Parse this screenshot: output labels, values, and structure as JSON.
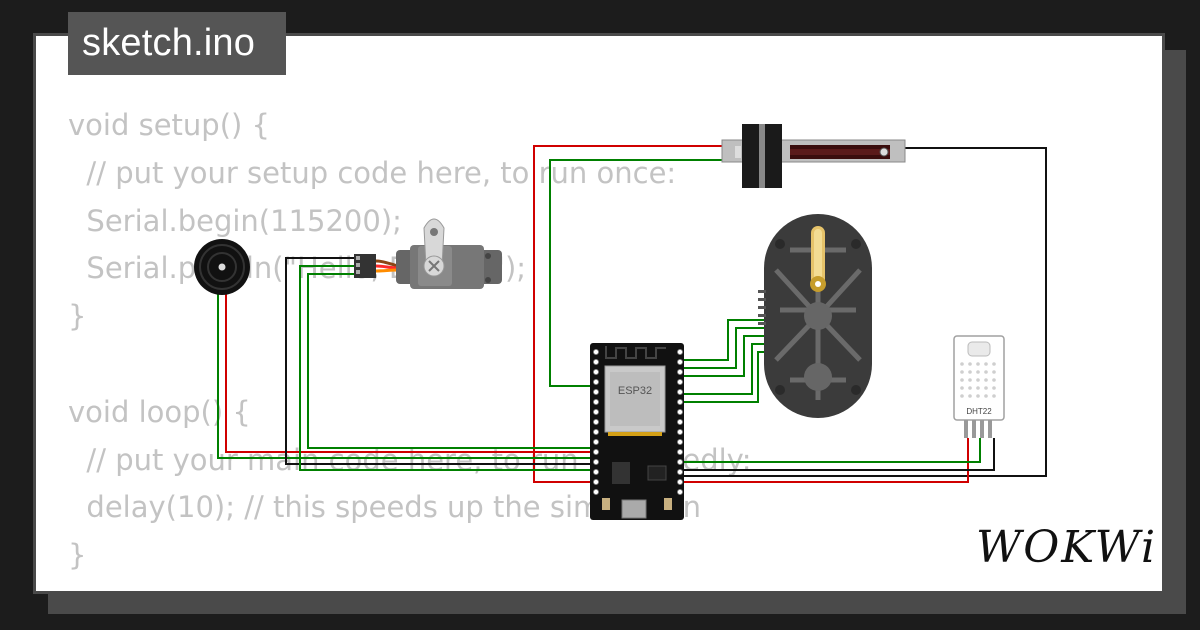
{
  "file_tab": {
    "label": "sketch.ino"
  },
  "code_lines": [
    "void setup() {",
    "  // put your setup code here, to run once:",
    "  Serial.begin(115200);",
    "  Serial.println(\"Hello, ESP32!\");",
    "}",
    "",
    "void loop() {",
    "  // put your main code here, to run repeatedly:",
    "  delay(10); // this speeds up the simulation",
    "}"
  ],
  "components": {
    "esp32_label": "ESP32",
    "dht_label": "DHT22"
  },
  "wire_colors": {
    "red": "#d00000",
    "green": "#008000",
    "black": "#111111",
    "orange": "#ff8c00"
  },
  "brand": {
    "name": "WOKWi"
  }
}
